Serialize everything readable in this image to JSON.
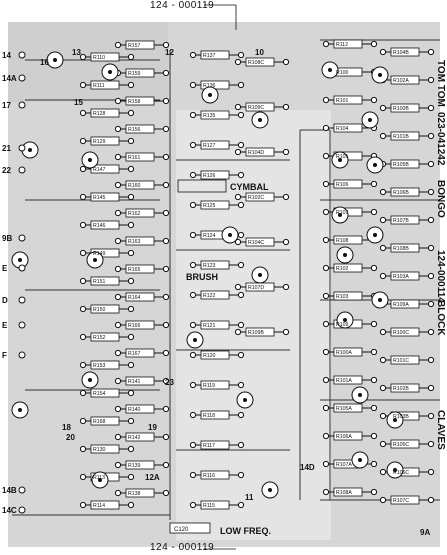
{
  "header": {
    "part_number": "124 - 000119"
  },
  "footer": {
    "part_number": "124 - 000119"
  },
  "section_labels": {
    "cymbal": "CYMBAL",
    "brush": "BRUSH",
    "low_freq": "LOW FREQ."
  },
  "side_labels": {
    "tom_tom": "TOM TOM",
    "board_code_1": "023-041242",
    "bongo": "BONGO",
    "board_code_2": "124-000114",
    "block": "BLOCK",
    "claves": "CLAVES"
  },
  "left_pads": [
    "14",
    "14A",
    "17",
    "21",
    "22",
    "9B",
    "E",
    "D",
    "E",
    "F",
    "14B",
    "14C"
  ],
  "resistors": [
    "R110",
    "R111",
    "R128",
    "R129",
    "R147",
    "R145",
    "R146",
    "R149",
    "R151",
    "R150",
    "R152",
    "R153",
    "R154",
    "R168",
    "R130",
    "R113",
    "R114",
    "R157",
    "R159",
    "R158",
    "R156",
    "R161",
    "R160",
    "R162",
    "R163",
    "R165",
    "R164",
    "R166",
    "R167",
    "R141",
    "R140",
    "R142",
    "R139",
    "R138",
    "R137",
    "R136",
    "R135",
    "R127",
    "R126",
    "R125",
    "R124",
    "R123",
    "R122",
    "R121",
    "R120",
    "R119",
    "R118",
    "R117",
    "R116",
    "R115",
    "R112",
    "R100",
    "R101",
    "R104",
    "R105",
    "R106",
    "R107",
    "R108",
    "R102",
    "R103",
    "R109",
    "R100A",
    "R101A",
    "R105A",
    "R106A",
    "R107A",
    "R108A",
    "R104B",
    "R102A",
    "R100B",
    "R101B",
    "R105B",
    "R106B",
    "R107B",
    "R108B",
    "R103A",
    "R109A",
    "R100C",
    "R101C",
    "R102B",
    "R103B",
    "R105C",
    "R106C",
    "R107C",
    "R108C",
    "R109C",
    "R104D",
    "R102C",
    "R104C",
    "R107D",
    "R109B"
  ],
  "misc": {
    "capacitor_c120": "C120",
    "pad_12": "12",
    "pad_12a": "12A",
    "pad_19": "19",
    "pad_23": "23",
    "pad_14d": "14D",
    "pad_9a": "9A",
    "pad_10": "10",
    "pad_11": "11",
    "pad_13": "13",
    "pad_15": "15",
    "pad_16": "16",
    "pad_18": "18",
    "pad_20": "20"
  }
}
